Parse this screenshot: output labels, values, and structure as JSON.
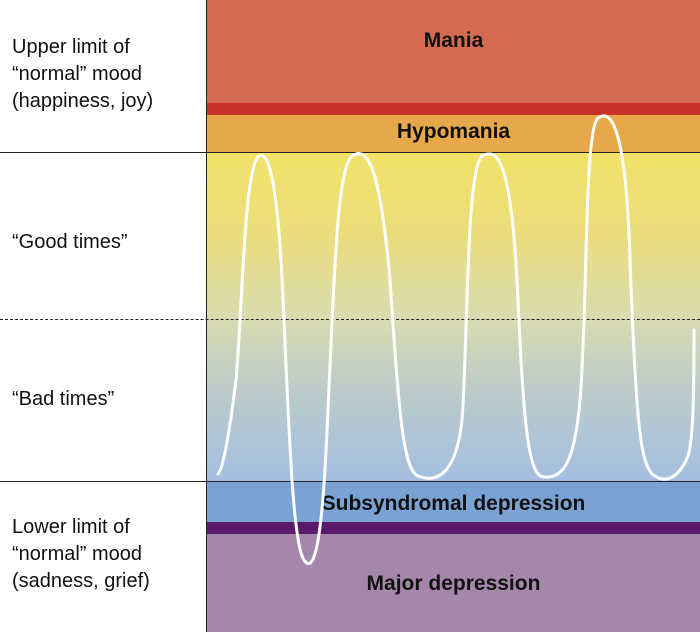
{
  "zones": {
    "mania": "Mania",
    "hypomania": "Hypomania",
    "subsyndromal": "Subsyndromal depression",
    "major": "Major depression"
  },
  "left_labels": {
    "upper": "Upper limit of\n“normal” mood\n(happiness, joy)",
    "good": "“Good times”",
    "bad": "“Bad times”",
    "lower": "Lower limit of\n“normal” mood\n(sadness, grief)"
  },
  "colors": {
    "mania": "#d46a50",
    "mania_border": "#c8302a",
    "hypomania": "#e6a84a",
    "good_top": "#f2e26a",
    "good_mid": "#d9dcb0",
    "bad_bottom": "#a3bee2",
    "subsyndromal": "#7aa3d4",
    "major_border": "#5a1a6a",
    "major": "#a587ab",
    "wave": "#ffffff"
  }
}
